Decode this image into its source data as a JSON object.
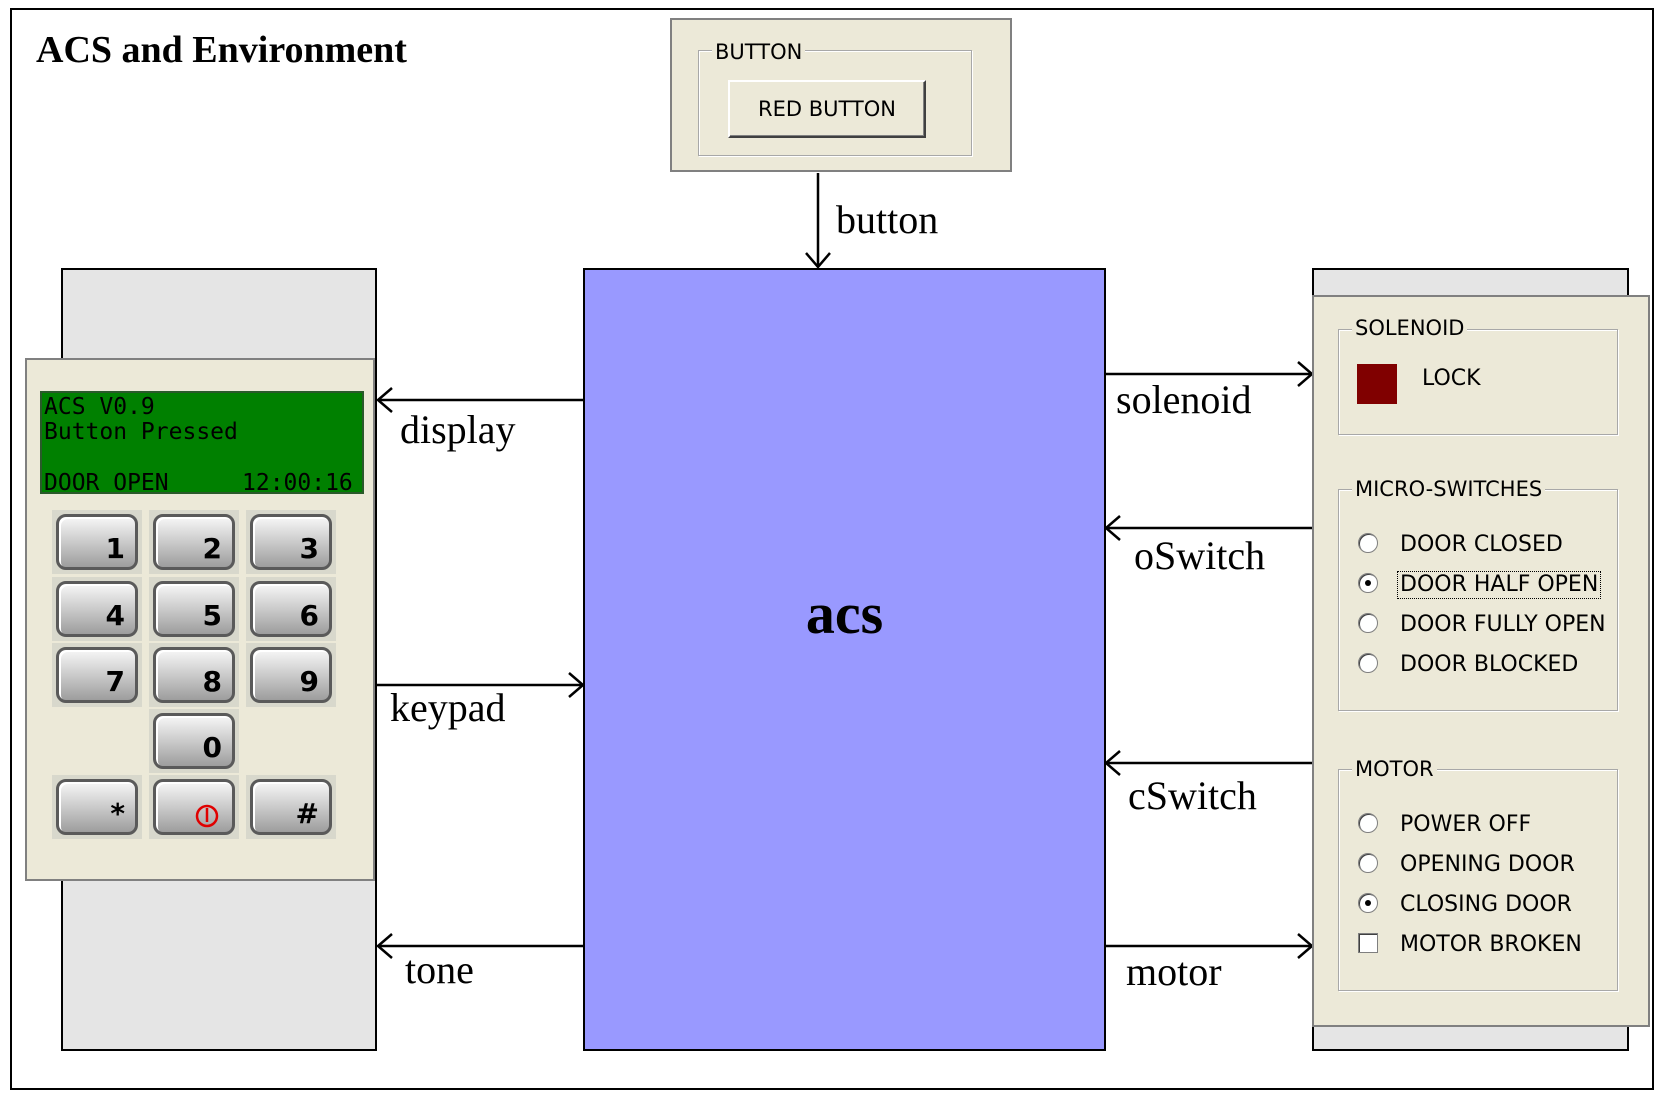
{
  "title": "ACS and Environment",
  "central_block": {
    "label": "acs"
  },
  "signals": {
    "button": "button",
    "display": "display",
    "keypad": "keypad",
    "tone": "tone",
    "solenoid": "solenoid",
    "oswitch": "oSwitch",
    "cswitch": "cSwitch",
    "motor": "motor"
  },
  "button_panel": {
    "group_label": "BUTTON",
    "button_label": "RED BUTTON"
  },
  "keypad_panel": {
    "lcd_line1": "ACS V0.9",
    "lcd_line2": "Button Pressed",
    "lcd_status": "DOOR OPEN",
    "lcd_time": "12:00:16",
    "keys": [
      "1",
      "2",
      "3",
      "4",
      "5",
      "6",
      "7",
      "8",
      "9",
      "0",
      "*",
      "#"
    ],
    "power_key_color": "#e00000"
  },
  "environment_panel": {
    "solenoid": {
      "group_label": "SOLENOID",
      "lock_label": "LOCK",
      "lock_color": "#800000"
    },
    "micro_switches": {
      "group_label": "MICRO-SWITCHES",
      "options": [
        "DOOR CLOSED",
        "DOOR HALF OPEN",
        "DOOR FULLY OPEN",
        "DOOR BLOCKED"
      ],
      "selected": "DOOR HALF OPEN"
    },
    "motor": {
      "group_label": "MOTOR",
      "options": [
        "POWER OFF",
        "OPENING DOOR",
        "CLOSING DOOR"
      ],
      "selected": "CLOSING DOOR",
      "broken_label": "MOTOR BROKEN",
      "broken_checked": false
    }
  },
  "colors": {
    "acs_block": "#9999ff",
    "lcd": "#008000",
    "panel": "#ece9d8"
  }
}
